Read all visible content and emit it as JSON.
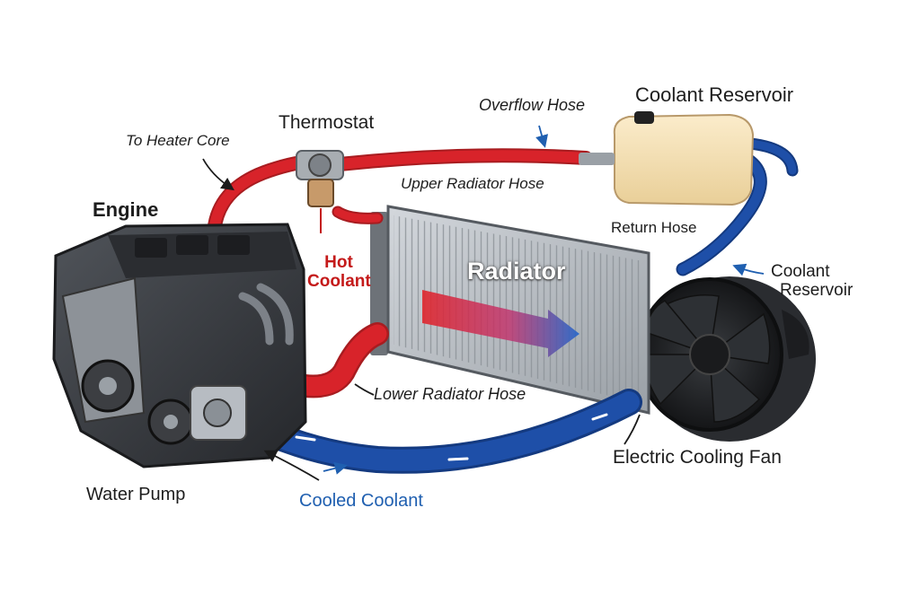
{
  "labels": {
    "to_heater_core": "To Heater Core",
    "thermostat": "Thermostat",
    "overflow_hose": "Overflow Hose",
    "coolant_reservoir_top": "Coolant Reservoir",
    "engine": "Engine",
    "upper_radiator_hose": "Upper Radiator Hose",
    "return_hose": "Return Hose",
    "radiator": "Radiator",
    "hot_coolant_line1": "Hot",
    "hot_coolant_line2": "Coolant",
    "coolant_reservoir_right_line1": "Coolant",
    "coolant_reservoir_right_line2": "Reservoir",
    "lower_radiator_hose": "Lower Radiator Hose",
    "electric_cooling_fan": "Electric Cooling Fan",
    "water_pump": "Water Pump",
    "cooled_coolant": "Cooled Coolant"
  },
  "colors": {
    "hot_hose": "#d8232a",
    "cool_hose": "#1e4fa8",
    "hot_text": "#c41a1a",
    "cool_text": "#1f5fb0",
    "reservoir_tank": "#f3dfb4",
    "engine_block": "#3a3d42",
    "radiator_core": "#b9bec4",
    "fan_body": "#1f2124"
  }
}
